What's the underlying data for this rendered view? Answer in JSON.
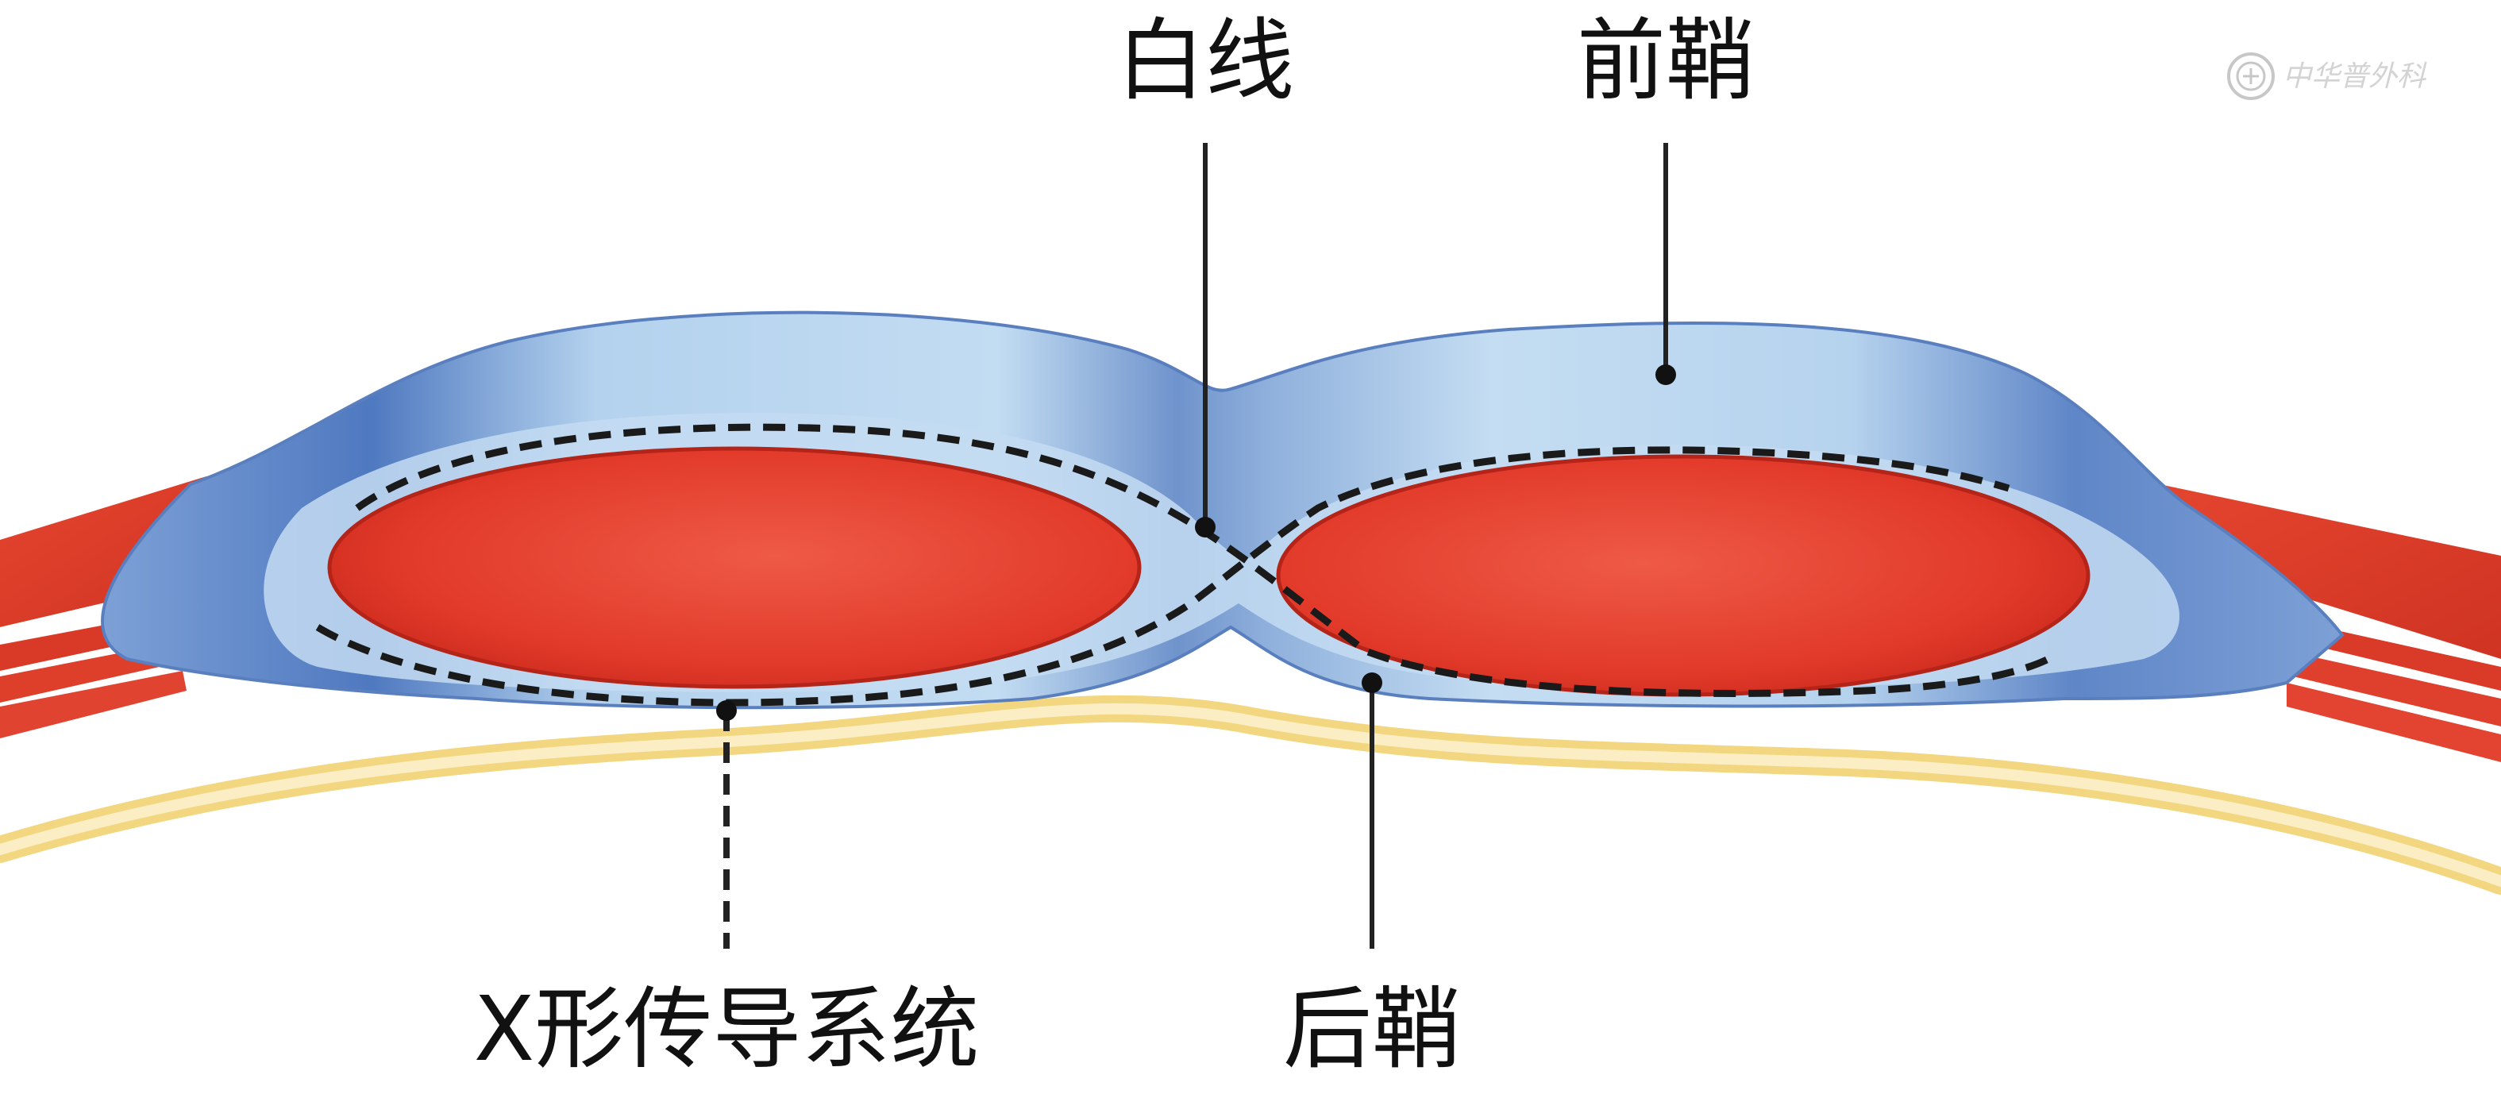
{
  "diagram": {
    "labels": {
      "linea_alba": "白线",
      "anterior_sheath": "前鞘",
      "x_conduction": "X形传导系统",
      "posterior_sheath": "后鞘"
    },
    "watermark": {
      "text": "中华普外科"
    },
    "colors": {
      "sheath_light": "#b9d6ee",
      "sheath_dark": "#5f86c7",
      "muscle": "#e33e2c",
      "muscle_dark": "#c22a1e",
      "fat_line": "#f6dc8a",
      "dashed_line": "#1a1a1a",
      "leader_line": "#222222"
    }
  }
}
